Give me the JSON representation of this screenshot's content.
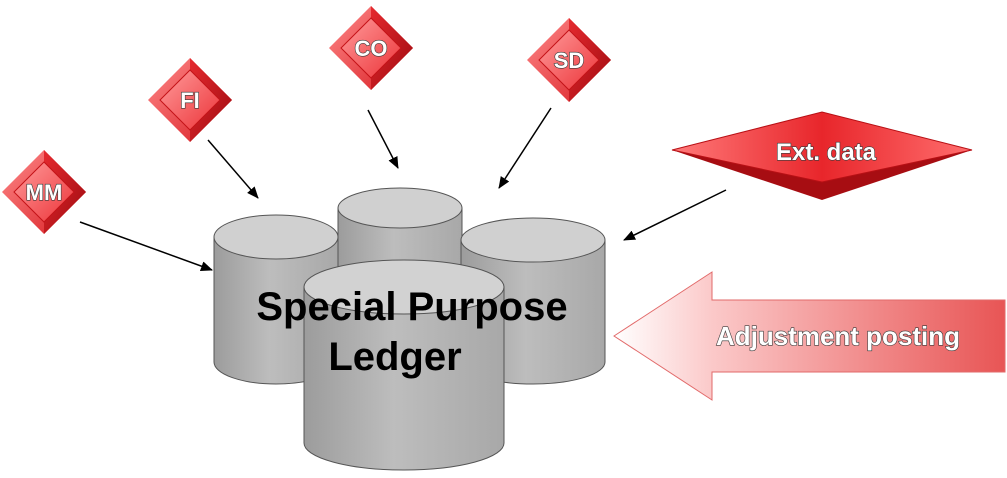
{
  "modules": {
    "mm": "MM",
    "fi": "FI",
    "co": "CO",
    "sd": "SD",
    "ext_data": "Ext. data"
  },
  "ledger": {
    "line1": "Special Purpose",
    "line2": "Ledger"
  },
  "adjustment": "Adjustment posting",
  "colors": {
    "red_light": "#ff6b6b",
    "red_main": "#e8262b",
    "red_dark": "#a30d12",
    "cylinder_body": "#b5b5b5",
    "cylinder_top": "#d2d2d2",
    "arrow_pink": "#f7a6a6"
  }
}
